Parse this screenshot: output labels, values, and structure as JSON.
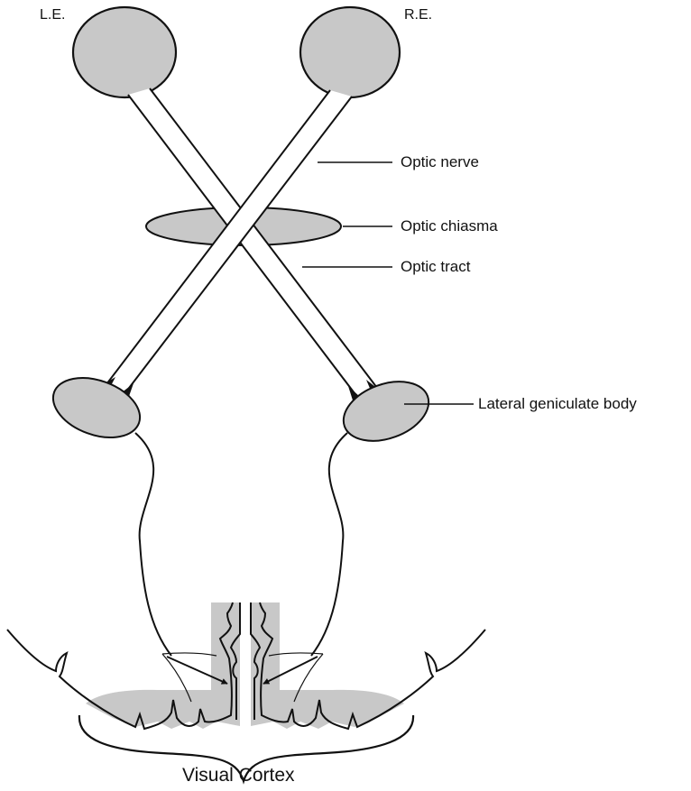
{
  "labels": {
    "left_eye": "L.E.",
    "right_eye": "R.E.",
    "optic_nerve": "Optic nerve",
    "optic_chiasma": "Optic chiasma",
    "optic_tract": "Optic tract",
    "lateral_geniculate_body": "Lateral geniculate body",
    "visual_cortex": "Visual Cortex"
  },
  "colors": {
    "fill": "#c8c8c8",
    "stroke": "#111111",
    "background": "#ffffff"
  }
}
